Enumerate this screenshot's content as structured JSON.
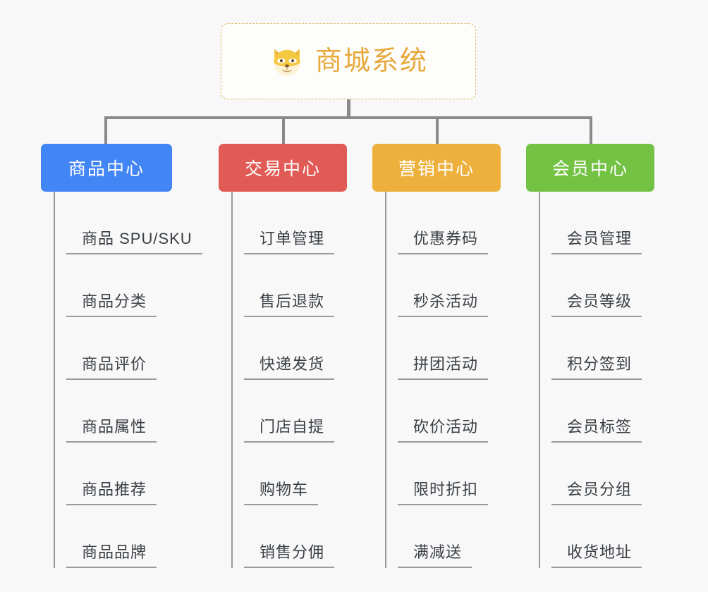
{
  "background_color": "#f8f8f8",
  "root": {
    "title": "商城系统",
    "icon": "shiba-dog-face-emoji",
    "text_color": "#e8a93c",
    "border_color": "#e3b766"
  },
  "connector_color": "#8a8a8a",
  "columns": [
    {
      "label": "商品中心",
      "color": "#4285f4",
      "items": [
        "商品 SPU/SKU",
        "商品分类",
        "商品评价",
        "商品属性",
        "商品推荐",
        "商品品牌"
      ]
    },
    {
      "label": "交易中心",
      "color": "#e15b56",
      "items": [
        "订单管理",
        "售后退款",
        "快递发货",
        "门店自提",
        "购物车",
        "销售分佣"
      ]
    },
    {
      "label": "营销中心",
      "color": "#eeb03c",
      "items": [
        "优惠券码",
        "秒杀活动",
        "拼团活动",
        "砍价活动",
        "限时折扣",
        "满减送"
      ]
    },
    {
      "label": "会员中心",
      "color": "#74c244",
      "items": [
        "会员管理",
        "会员等级",
        "积分签到",
        "会员标签",
        "会员分组",
        "收货地址"
      ]
    }
  ]
}
